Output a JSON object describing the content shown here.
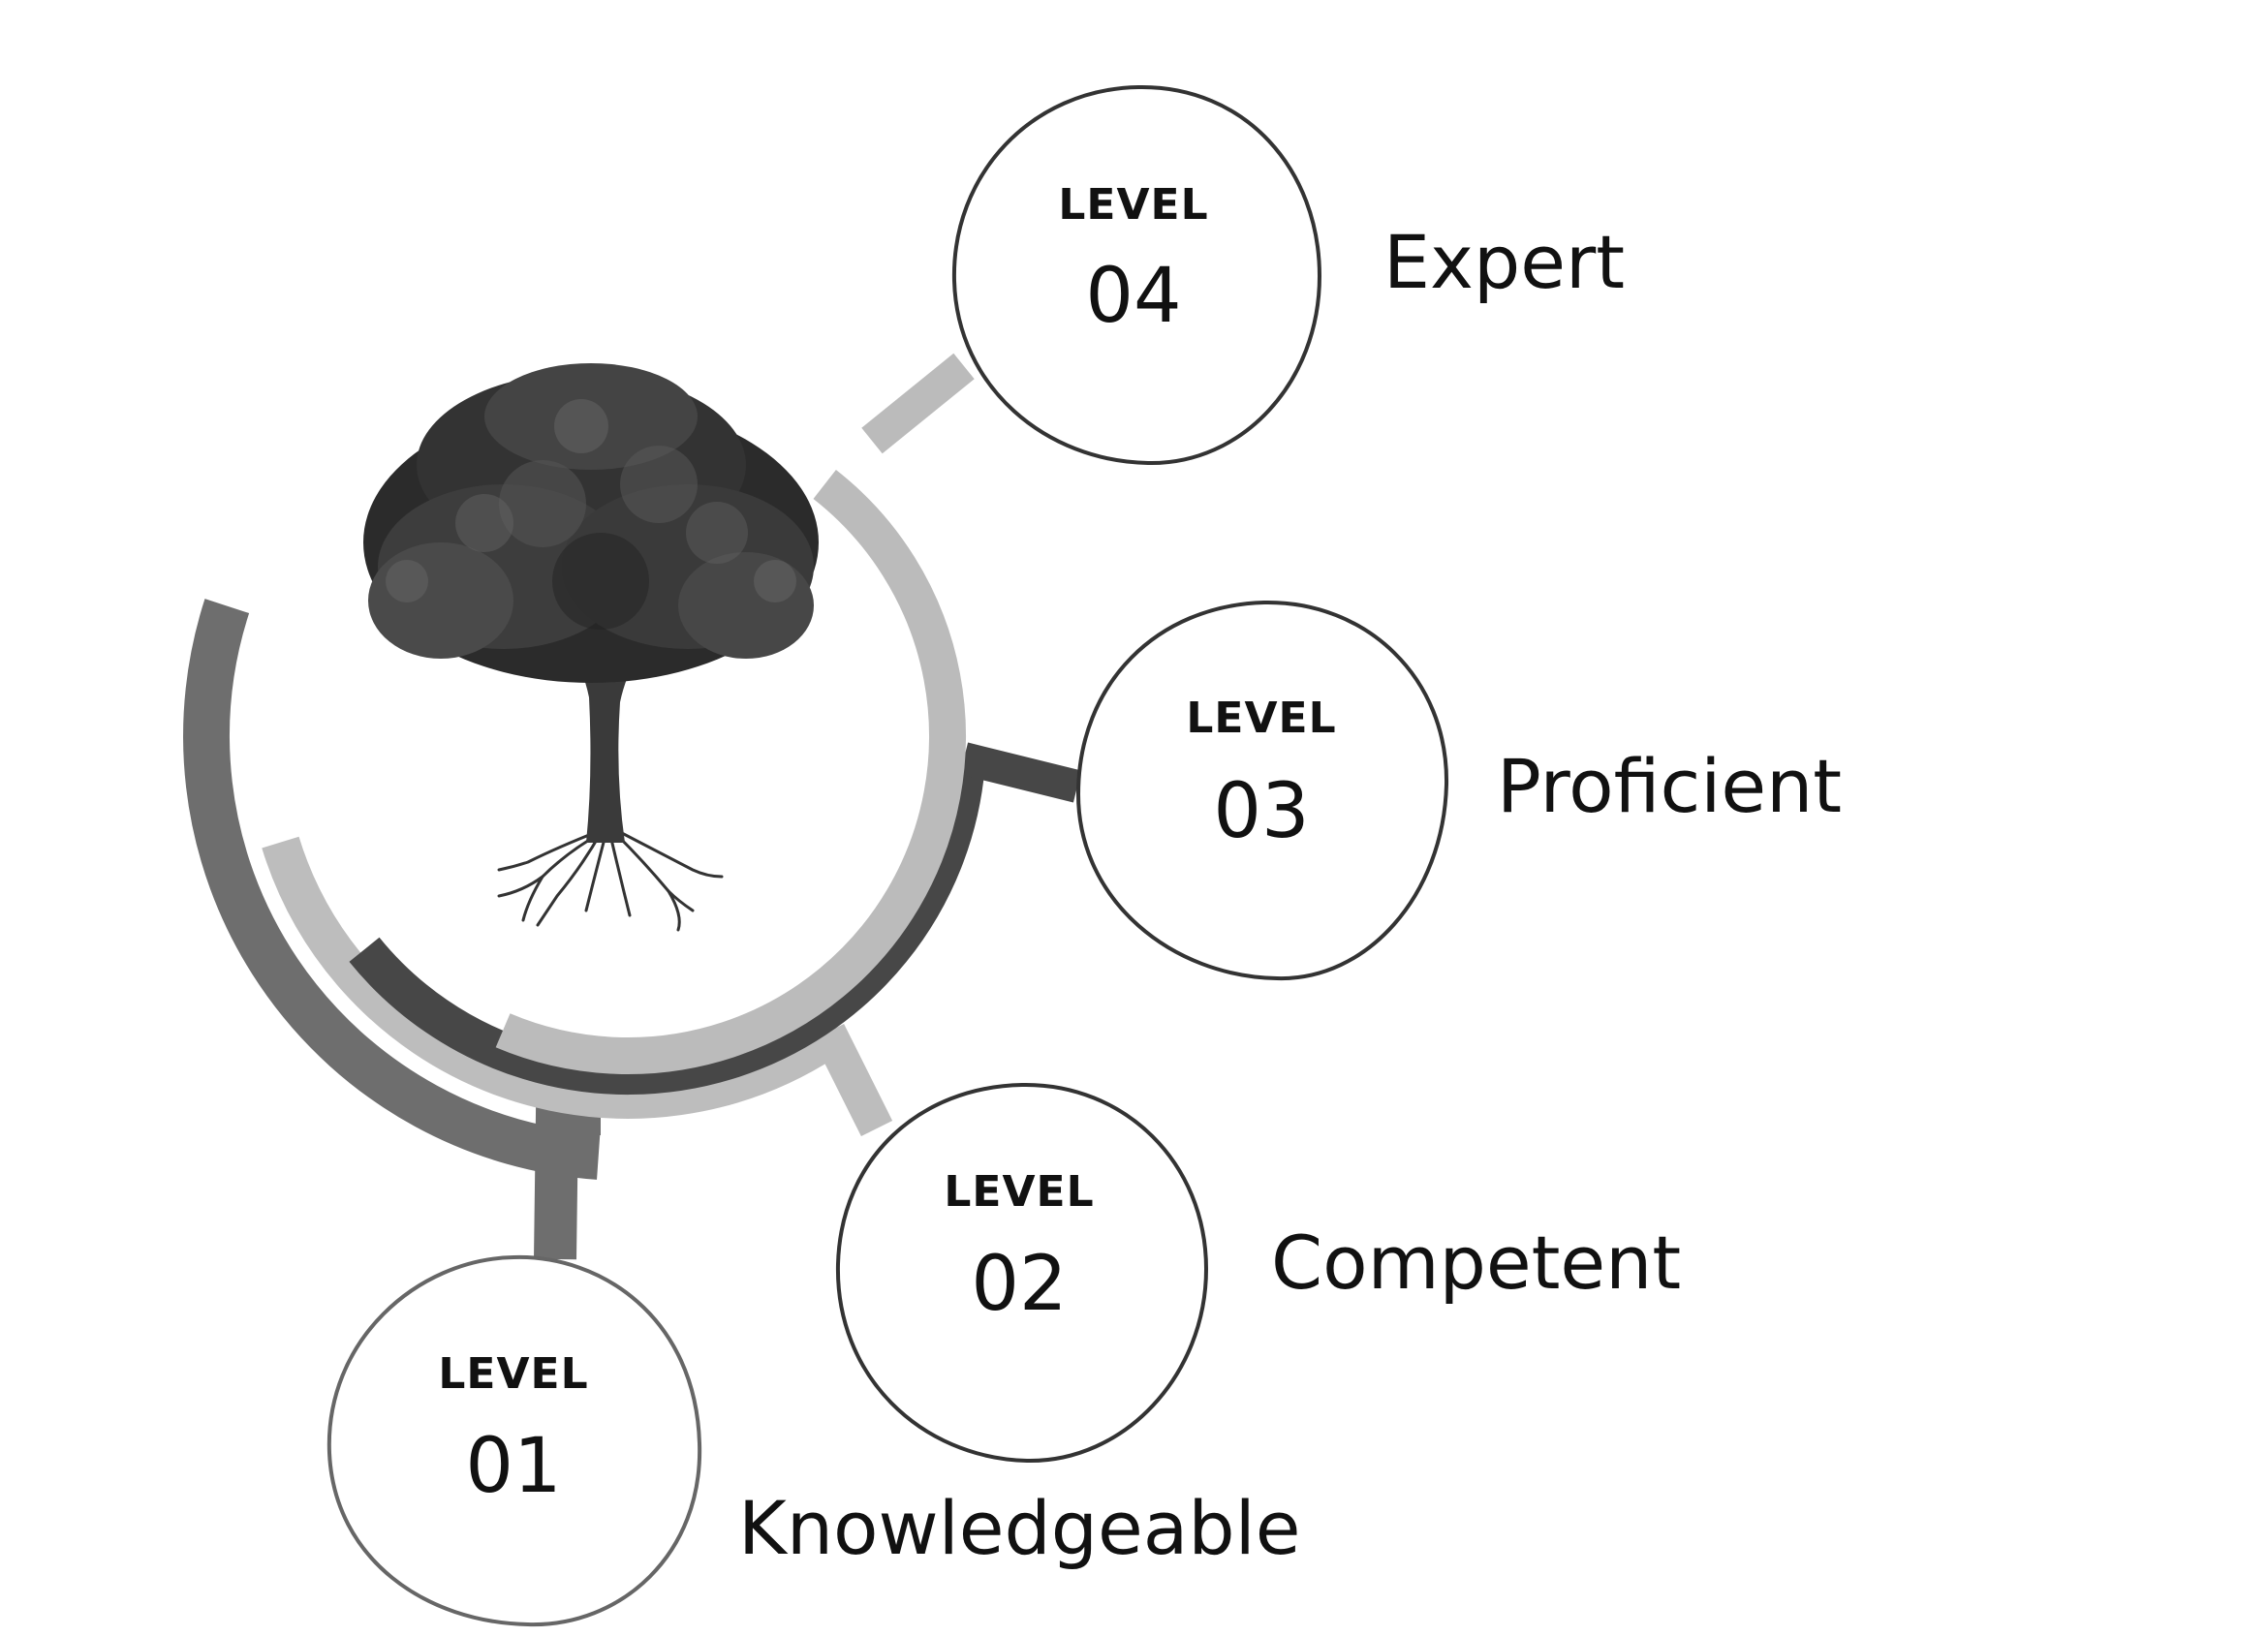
{
  "diagram": {
    "levels": [
      {
        "word": "LEVEL",
        "number": "01",
        "name": "Knowledgeable"
      },
      {
        "word": "LEVEL",
        "number": "02",
        "name": "Competent"
      },
      {
        "word": "LEVEL",
        "number": "03",
        "name": "Proficient"
      },
      {
        "word": "LEVEL",
        "number": "04",
        "name": "Expert"
      }
    ],
    "tree": {
      "icon": "tree-illustration-icon"
    },
    "colors": {
      "arc_level_01": "#6e6e6e",
      "arc_level_02": "#bdbdbd",
      "arc_level_03": "#474747",
      "arc_level_04": "#bbbbbb",
      "circle_stroke": "#333333",
      "text": "#111111"
    }
  }
}
